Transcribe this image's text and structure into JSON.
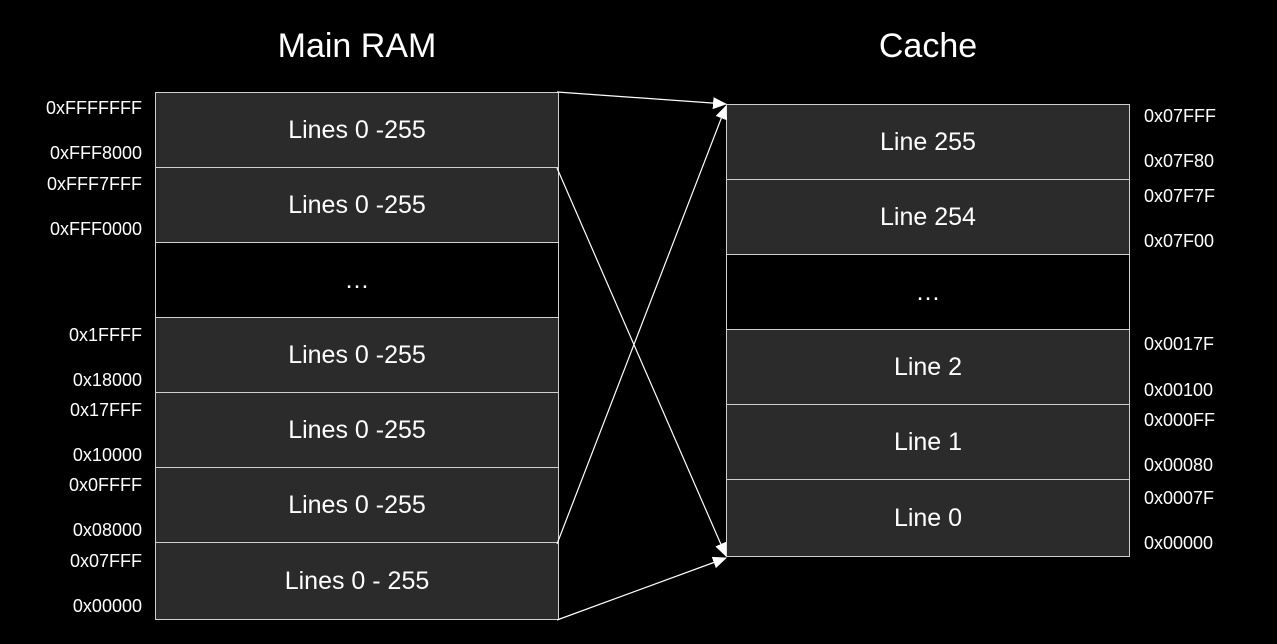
{
  "titles": {
    "main_ram": "Main RAM",
    "cache": "Cache"
  },
  "ram_blocks": [
    {
      "label": "Lines 0 -255",
      "high": "0xFFFFFFF",
      "low": "0xFFF8000"
    },
    {
      "label": "Lines 0 -255",
      "high": "0xFFF7FFF",
      "low": "0xFFF0000"
    },
    {
      "label": "…",
      "high": "",
      "low": ""
    },
    {
      "label": "Lines 0 -255",
      "high": "0x1FFFF",
      "low": "0x18000"
    },
    {
      "label": "Lines 0 -255",
      "high": "0x17FFF",
      "low": "0x10000"
    },
    {
      "label": "Lines 0 -255",
      "high": "0x0FFFF",
      "low": "0x08000"
    },
    {
      "label": "Lines 0 - 255",
      "high": "0x07FFF",
      "low": "0x00000"
    }
  ],
  "cache_blocks": [
    {
      "label": "Line 255",
      "high": "0x07FFF",
      "low": "0x07F80"
    },
    {
      "label": "Line 254",
      "high": "0x07F7F",
      "low": "0x07F00"
    },
    {
      "label": "…",
      "high": "",
      "low": ""
    },
    {
      "label": "Line 2",
      "high": "0x0017F",
      "low": "0x00100"
    },
    {
      "label": "Line 1",
      "high": "0x000FF",
      "low": "0x00080"
    },
    {
      "label": "Line 0",
      "high": "0x0007F",
      "low": "0x00000"
    }
  ],
  "colors": {
    "background": "#000000",
    "block_fill": "#2b2b2b",
    "border": "#cfcfcf",
    "text": "#ffffff"
  }
}
